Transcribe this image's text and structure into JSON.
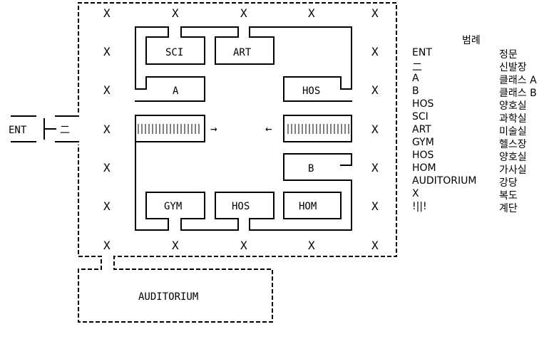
{
  "rooms": {
    "entrance": "ENT",
    "shoe_rack": "二",
    "sci": "SCI",
    "art": "ART",
    "class_a": "A",
    "hos_upper_right": "HOS",
    "class_b": "B",
    "gym": "GYM",
    "hos_bottom": "HOS",
    "hom": "HOM",
    "auditorium": "AUDITORIUM"
  },
  "marks": {
    "hallway": "X",
    "arrow_right": "→",
    "arrow_left": "←"
  },
  "legend": {
    "title": "범례",
    "entries": [
      {
        "code": "ENT",
        "desc": "정문"
      },
      {
        "code": "二",
        "desc": "신발장"
      },
      {
        "code": "A",
        "desc": "클래스 A"
      },
      {
        "code": "B",
        "desc": "클래스 B"
      },
      {
        "code": "HOS",
        "desc": "양호실"
      },
      {
        "code": "SCI",
        "desc": "과학실"
      },
      {
        "code": "ART",
        "desc": "미술실"
      },
      {
        "code": "GYM",
        "desc": "헬스장"
      },
      {
        "code": "HOS",
        "desc": "양호실"
      },
      {
        "code": "HOM",
        "desc": "가사실"
      },
      {
        "code": "AUDITORIUM",
        "desc": "강당"
      },
      {
        "code": "X",
        "desc": "복도"
      },
      {
        "code": "!||!",
        "desc": "계단"
      }
    ]
  }
}
